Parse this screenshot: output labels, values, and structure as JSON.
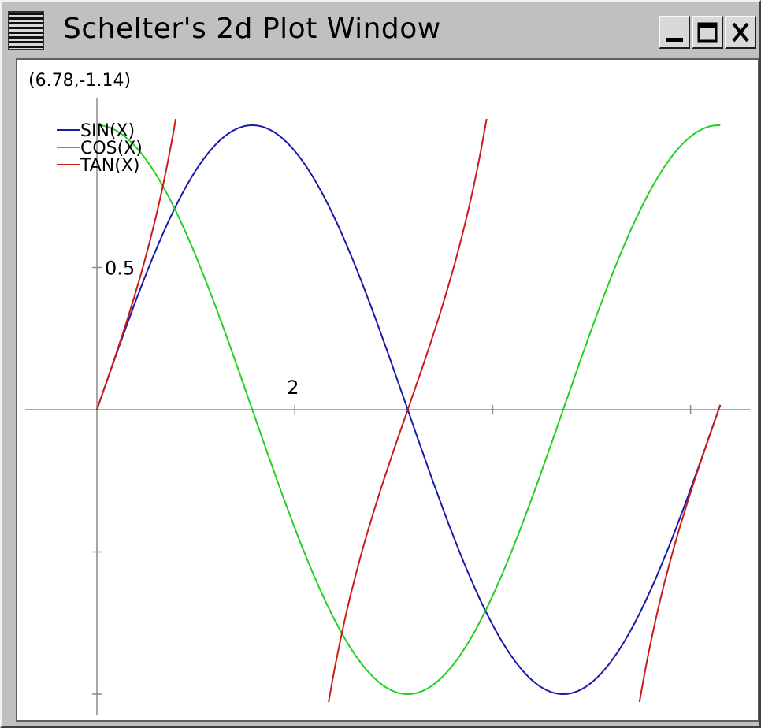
{
  "window": {
    "title": "Schelter's 2d Plot Window"
  },
  "coordinate_readout": "(6.78,-1.14)",
  "icons": {
    "menu": "window-menu-icon",
    "minimize": "minimize-icon",
    "maximize": "maximize-icon",
    "close": "close-icon"
  },
  "chart_data": {
    "type": "line",
    "x_range": [
      0,
      6.3
    ],
    "y_range": [
      -1,
      1
    ],
    "x_tick_labels": [
      "2"
    ],
    "y_tick_labels": [
      "0.5"
    ],
    "x_ticks": [
      2,
      4,
      6
    ],
    "y_ticks": [
      -1,
      -0.5,
      0.5
    ],
    "legend": [
      "SIN(X)",
      "COS(X)",
      "TAN(X)"
    ],
    "legend_placement": "top-left",
    "grid": false,
    "series": [
      {
        "name": "SIN(X)",
        "color": "#1a1aa8",
        "function": "sin",
        "x_range": [
          0,
          6.3
        ]
      },
      {
        "name": "COS(X)",
        "color": "#22d022",
        "function": "cos",
        "x_range": [
          0,
          6.3
        ]
      },
      {
        "name": "TAN(X)",
        "color": "#cc1a1a",
        "function": "tan",
        "x_range": [
          0,
          6.3
        ]
      }
    ]
  }
}
